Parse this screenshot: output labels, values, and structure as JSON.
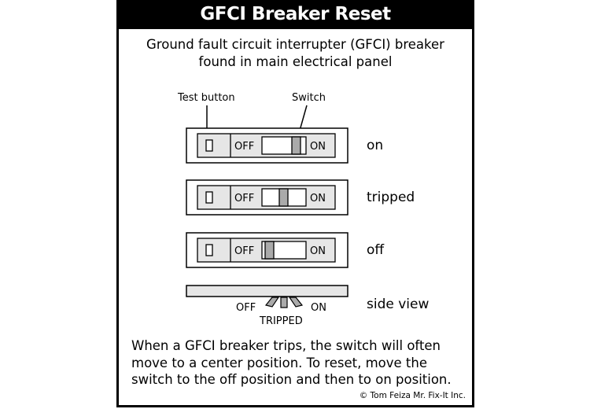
{
  "title": "GFCI Breaker Reset",
  "subtitle_line1": "Ground fault circuit interrupter (GFCI) breaker",
  "subtitle_line2": "found in main electrical panel",
  "labels": {
    "test_button": "Test button",
    "switch": "Switch",
    "off": "OFF",
    "on": "ON",
    "tripped": "TRIPPED"
  },
  "breakers": [
    {
      "state_label": "on",
      "handle_position": "right"
    },
    {
      "state_label": "tripped",
      "handle_position": "center"
    },
    {
      "state_label": "off",
      "handle_position": "left"
    }
  ],
  "side_view_label": "side view",
  "footer_line1": "When a GFCI breaker trips, the switch will often",
  "footer_line2": "move to a center position.  To reset, move the",
  "footer_line3": "switch to the off position and then to on position.",
  "copyright": "© Tom Feiza Mr. Fix-It Inc."
}
